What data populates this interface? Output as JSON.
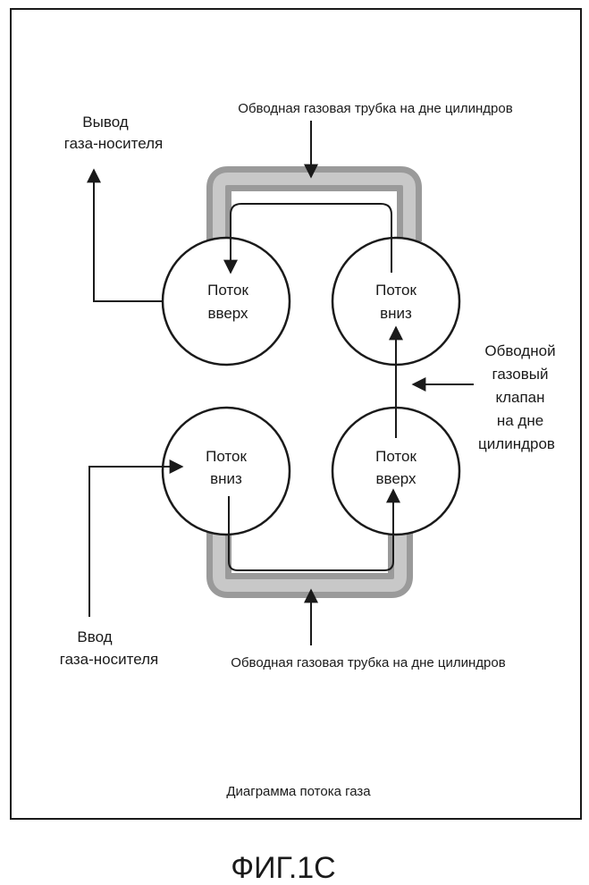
{
  "top_pipe_label": "Обводная газовая трубка на дне цилиндров",
  "bottom_pipe_label": "Обводная газовая трубка на дне цилиндров",
  "outlet_label": [
    "Вывод",
    "газа-носителя"
  ],
  "inlet_label": [
    "Ввод",
    "газа-носителя"
  ],
  "valve_label": [
    "Обводной",
    "газовый",
    "клапан",
    "на дне",
    "цилиндров"
  ],
  "cylinders": {
    "top_left": [
      "Поток",
      "вверх"
    ],
    "top_right": [
      "Поток",
      "вниз"
    ],
    "bottom_left": [
      "Поток",
      "вниз"
    ],
    "bottom_right": [
      "Поток",
      "вверх"
    ]
  },
  "caption": "Диаграмма потока газа",
  "figure_label": "ФИГ.1С"
}
